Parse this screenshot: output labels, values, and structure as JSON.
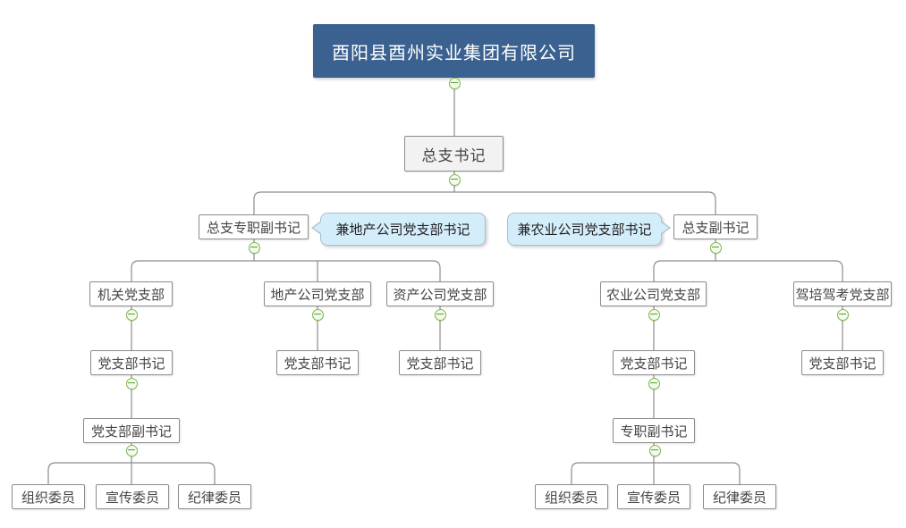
{
  "colors": {
    "root_bg": "#3A618F",
    "root_text": "#FFFFFF",
    "box_bg": "#FFFFFF",
    "box_alt_bg": "#F2F2F2",
    "box_border": "#8C8C8C",
    "box_text": "#454545",
    "callout_bg": "#D4EDFA",
    "callout_border": "#A9BFC9",
    "callout_text": "#222222",
    "line": "#8C8C8C",
    "toggle_border": "#7DBB4E",
    "toggle_bg": "#F4FAEC",
    "toggle_minus": "#54A02D"
  },
  "org": {
    "company": "酉阳县酉州实业集团有限公司",
    "general_branch_secretary": "总支书记",
    "deputies": {
      "left": {
        "title": "总支专职副书记",
        "callout": "兼地产公司党支部书记"
      },
      "right": {
        "title": "总支副书记",
        "callout": "兼农业公司党支部书记"
      }
    },
    "branches": [
      {
        "name": "机关党支部",
        "secretary": "党支部书记"
      },
      {
        "name": "地产公司党支部",
        "secretary": "党支部书记"
      },
      {
        "name": "资产公司党支部",
        "secretary": "党支部书记"
      },
      {
        "name": "农业公司党支部",
        "secretary": "党支部书记"
      },
      {
        "name": "驾培驾考党支部",
        "secretary": "党支部书记"
      }
    ],
    "office_branch_deputy": {
      "title": "党支部副书记",
      "committees": [
        "组织委员",
        "宣传委员",
        "纪律委员"
      ]
    },
    "agriculture_branch_deputy": {
      "title": "专职副书记",
      "committees": [
        "组织委员",
        "宣传委员",
        "纪律委员"
      ]
    }
  }
}
